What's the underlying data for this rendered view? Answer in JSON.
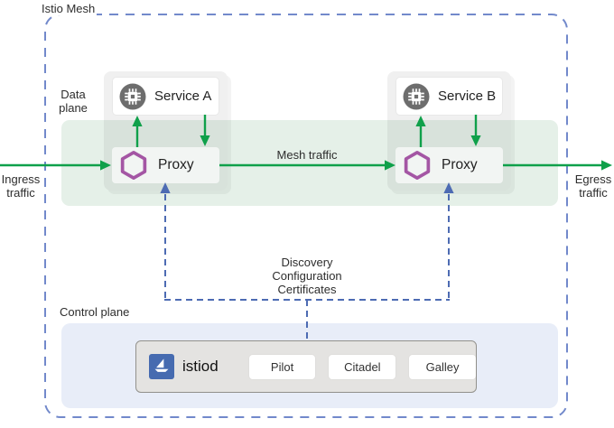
{
  "title": "Istio Mesh architecture diagram",
  "mesh": {
    "label": "Istio Mesh"
  },
  "data_plane": {
    "label": "Data\nplane",
    "ingress_label": "Ingress\ntraffic",
    "egress_label": "Egress\ntraffic",
    "mesh_traffic_label": "Mesh traffic",
    "services": [
      {
        "name": "Service A",
        "proxy_label": "Proxy"
      },
      {
        "name": "Service B",
        "proxy_label": "Proxy"
      }
    ]
  },
  "control_plane": {
    "label": "Control plane",
    "istiod_label": "istiod",
    "components": [
      "Pilot",
      "Citadel",
      "Galley"
    ]
  },
  "connector": {
    "label": "Discovery\nConfiguration\nCertificates"
  },
  "icons": {
    "service": "microchip-icon",
    "proxy": "hexagon-proxy-icon",
    "istiod": "istio-sail-icon",
    "traffic": "green-arrow",
    "control_links": "blue-dashed-arrow"
  },
  "colors": {
    "traffic_green": "#0fa04a",
    "mesh_band_green": "#e5f0e8",
    "dashed_link_blue": "#4d6bb3",
    "mesh_border_blue": "#7289cb",
    "control_panel_blue": "#e8edf8",
    "istio_logo_blue": "#466bb0",
    "proxy_purple": "#a456a4",
    "service_icon_gray": "#6d6d6d",
    "istiod_box_gray": "#e4e3e1"
  }
}
